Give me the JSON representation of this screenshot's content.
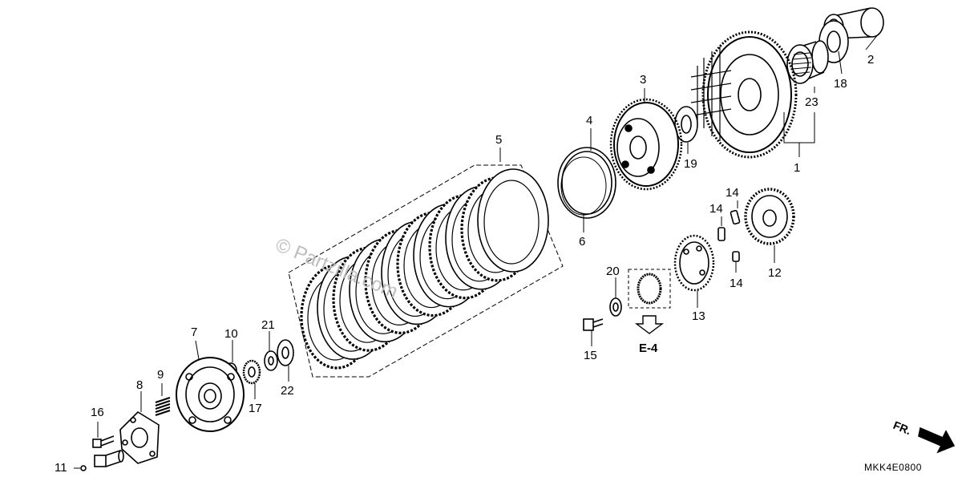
{
  "diagram": {
    "watermark": "© Partzilla.com",
    "drawing_code": "MKK4E0800",
    "reference": "E-4",
    "direction": "FR."
  },
  "callouts": [
    {
      "id": "c1",
      "text": "1"
    },
    {
      "id": "c2",
      "text": "2"
    },
    {
      "id": "c3",
      "text": "3"
    },
    {
      "id": "c4",
      "text": "4"
    },
    {
      "id": "c5",
      "text": "5"
    },
    {
      "id": "c6",
      "text": "6"
    },
    {
      "id": "c7",
      "text": "7"
    },
    {
      "id": "c8",
      "text": "8"
    },
    {
      "id": "c9",
      "text": "9"
    },
    {
      "id": "c10",
      "text": "10"
    },
    {
      "id": "c11",
      "text": "11"
    },
    {
      "id": "c12",
      "text": "12"
    },
    {
      "id": "c13",
      "text": "13"
    },
    {
      "id": "c14a",
      "text": "14"
    },
    {
      "id": "c14b",
      "text": "14"
    },
    {
      "id": "c14c",
      "text": "14"
    },
    {
      "id": "c15",
      "text": "15"
    },
    {
      "id": "c16",
      "text": "16"
    },
    {
      "id": "c17",
      "text": "17"
    },
    {
      "id": "c18",
      "text": "18"
    },
    {
      "id": "c19",
      "text": "19"
    },
    {
      "id": "c20",
      "text": "20"
    },
    {
      "id": "c21",
      "text": "21"
    },
    {
      "id": "c22",
      "text": "22"
    },
    {
      "id": "c23",
      "text": "23"
    }
  ]
}
